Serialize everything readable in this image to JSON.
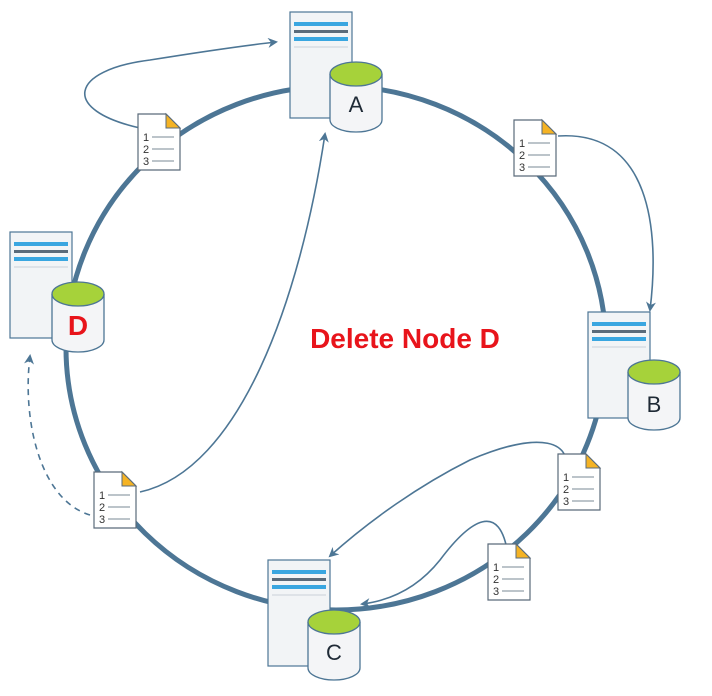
{
  "title": "Delete Node D",
  "nodes": [
    {
      "id": "A",
      "label": "A",
      "deleted": false
    },
    {
      "id": "B",
      "label": "B",
      "deleted": false
    },
    {
      "id": "C",
      "label": "C",
      "deleted": false
    },
    {
      "id": "D",
      "label": "D",
      "deleted": true
    }
  ],
  "document_lines": [
    "1",
    "2",
    "3"
  ],
  "colors": {
    "ring": "#4d7695",
    "arrow": "#4d7695",
    "server_stripe": "#3aa6e0",
    "db_top": "#a6d23a",
    "title": "#e8141b",
    "doc_corner": "#f5b324"
  }
}
